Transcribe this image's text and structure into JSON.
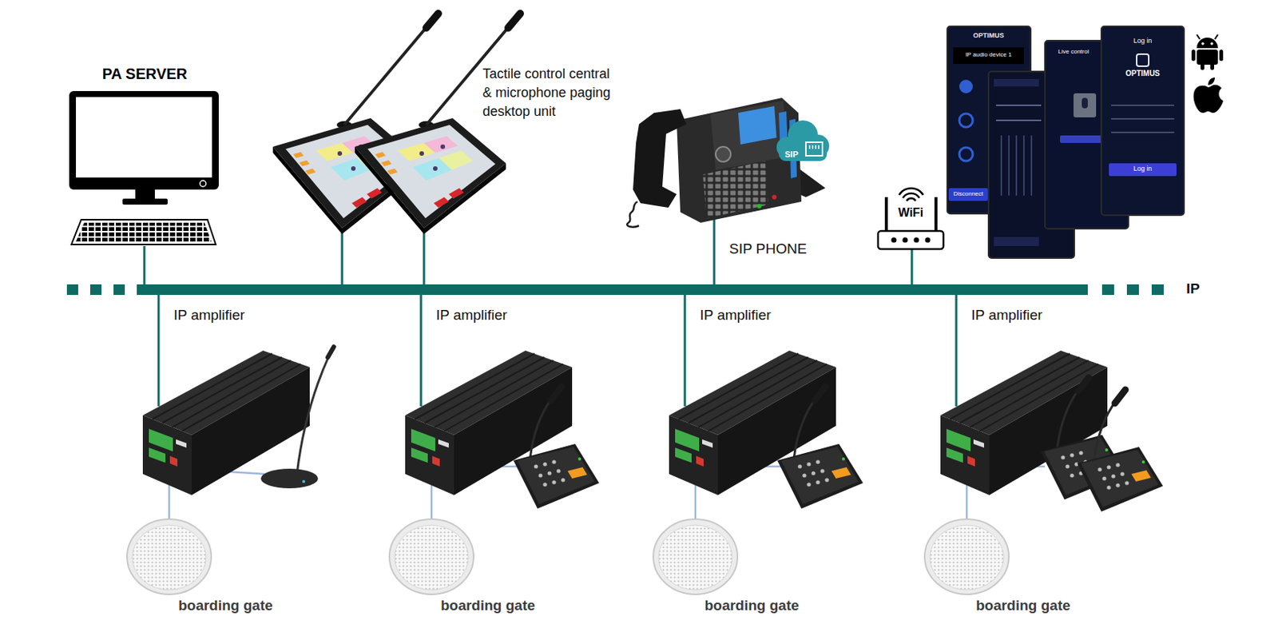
{
  "diagram": {
    "nodes": [
      {
        "text": [
          "PA SERVER"
        ]
      },
      {
        "text": [
          "Tactile control central & microphone paging desktop unit"
        ]
      },
      {
        "text": [
          "SIP PHONE"
        ]
      },
      {
        "text": [
          "WiFi"
        ]
      },
      {
        "text": [
          "IP"
        ]
      },
      {
        "text": [
          "IP amplifier"
        ]
      },
      {
        "text": [
          "IP amplifier"
        ]
      },
      {
        "text": [
          "IP amplifier"
        ]
      },
      {
        "text": [
          "IP amplifier"
        ]
      },
      {
        "text": [
          "boarding gate"
        ]
      },
      {
        "text": [
          "boarding gate"
        ]
      },
      {
        "text": [
          "boarding gate"
        ]
      },
      {
        "text": [
          "boarding gate"
        ]
      }
    ],
    "edges": [
      {
        "from": 0,
        "to": 4,
        "arrow": "none"
      },
      {
        "from": 1,
        "to": 4,
        "arrow": "none"
      },
      {
        "from": 1,
        "to": 4,
        "arrow": "none"
      },
      {
        "from": 2,
        "to": 4,
        "arrow": "none"
      },
      {
        "from": 3,
        "to": 4,
        "arrow": "none"
      },
      {
        "from": 4,
        "to": 5,
        "arrow": "none"
      },
      {
        "from": 4,
        "to": 6,
        "arrow": "none"
      },
      {
        "from": 4,
        "to": 7,
        "arrow": "none"
      },
      {
        "from": 4,
        "to": 8,
        "arrow": "none"
      },
      {
        "from": 5,
        "to": 9,
        "arrow": "none"
      },
      {
        "from": 6,
        "to": 10,
        "arrow": "none"
      },
      {
        "from": 7,
        "to": 11,
        "arrow": "none"
      },
      {
        "from": 8,
        "to": 12,
        "arrow": "none"
      }
    ],
    "labels": [
      "SIP",
      "OPTIMUS",
      "IP audio device 1",
      "Disconnect",
      "Live control",
      "Log in",
      "OPTIMUS",
      "Log in"
    ]
  }
}
